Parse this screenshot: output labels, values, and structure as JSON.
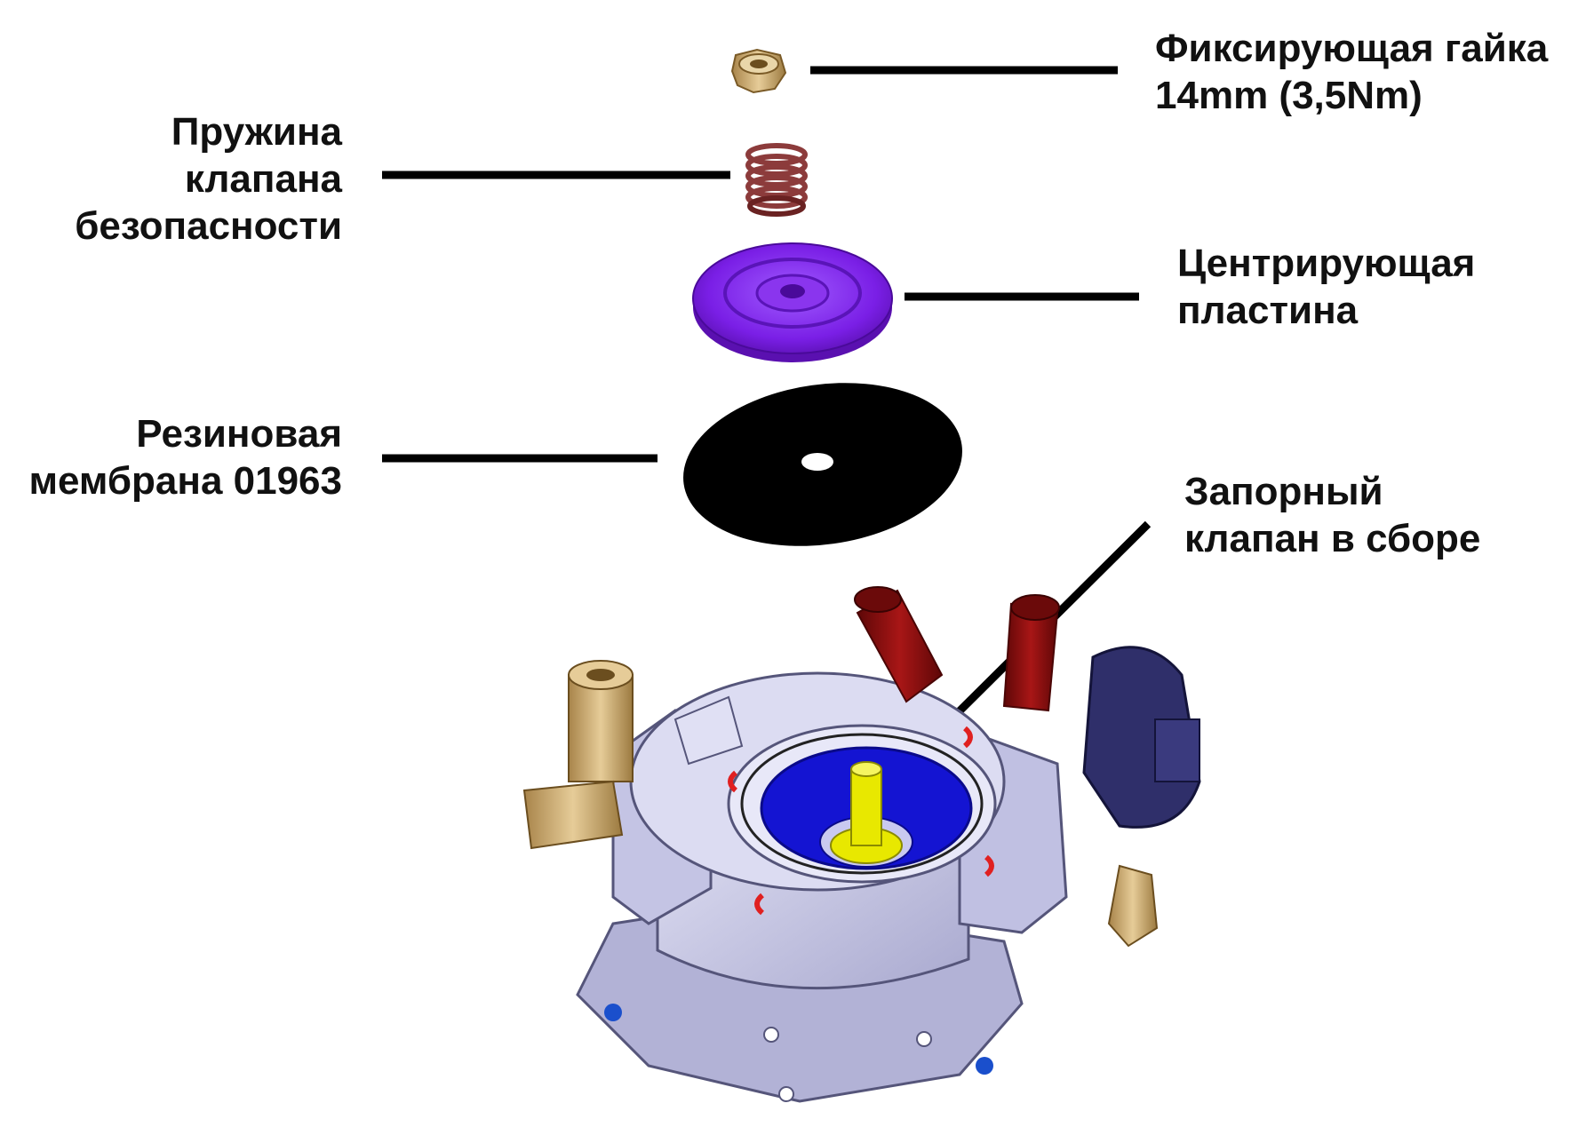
{
  "labels": {
    "nut": [
      "Фиксирующая гайка",
      "14mm (3,5Nm)"
    ],
    "spring": [
      "Пружина",
      "клапана",
      "безопасности"
    ],
    "plate": [
      "Центрирующая",
      "пластина"
    ],
    "membrane": [
      "Резиновая",
      "мембрана 01963"
    ],
    "valve": [
      "Запорный",
      "клапан в сборе"
    ]
  },
  "colors": {
    "leader": "#000000",
    "nut": "#c9a35a",
    "spring": "#8c3b3b",
    "plate": "#8a2be2",
    "membrane": "#000000",
    "body": "#c9c9e6",
    "valve_seat": "#1414d2",
    "valve_stem": "#e8e800",
    "hose_red": "#8b0f0f",
    "connector": "#2f2f6a",
    "brass": "#cfae78",
    "clip_red": "#e02020"
  }
}
